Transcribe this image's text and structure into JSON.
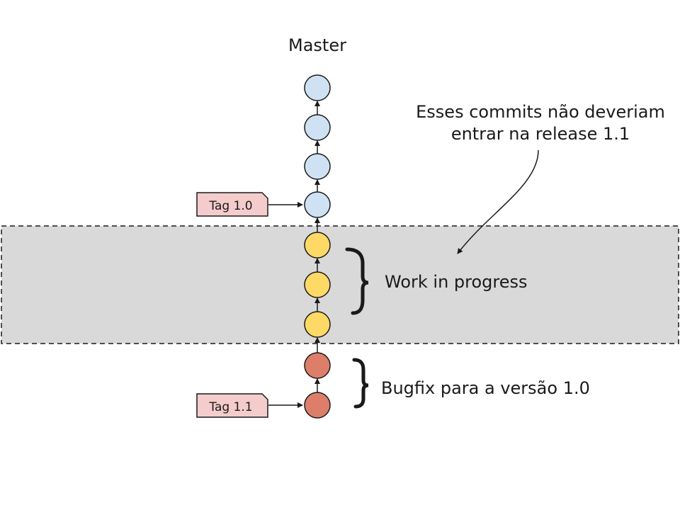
{
  "branch": {
    "name": "Master"
  },
  "tags": {
    "tag_10": "Tag 1.0",
    "tag_11": "Tag 1.1"
  },
  "annotations": {
    "note_line1": "Esses commits não deveriam",
    "note_line2": "entrar na release 1.1",
    "wip": "Work in progress",
    "bugfix": "Bugfix para a versão 1.0"
  },
  "commits": [
    {
      "group": "released",
      "color": "#cfe2f3"
    },
    {
      "group": "released",
      "color": "#cfe2f3"
    },
    {
      "group": "released",
      "color": "#cfe2f3"
    },
    {
      "group": "released",
      "color": "#cfe2f3"
    },
    {
      "group": "work-in-progress",
      "color": "#ffd966"
    },
    {
      "group": "work-in-progress",
      "color": "#ffd966"
    },
    {
      "group": "work-in-progress",
      "color": "#ffd966"
    },
    {
      "group": "bugfix",
      "color": "#dd7e6b"
    },
    {
      "group": "bugfix",
      "color": "#dd7e6b"
    }
  ],
  "colors": {
    "wip_band": "#d9d9d9",
    "tag_fill": "#f4cccc",
    "stroke": "#1a1a1a"
  }
}
